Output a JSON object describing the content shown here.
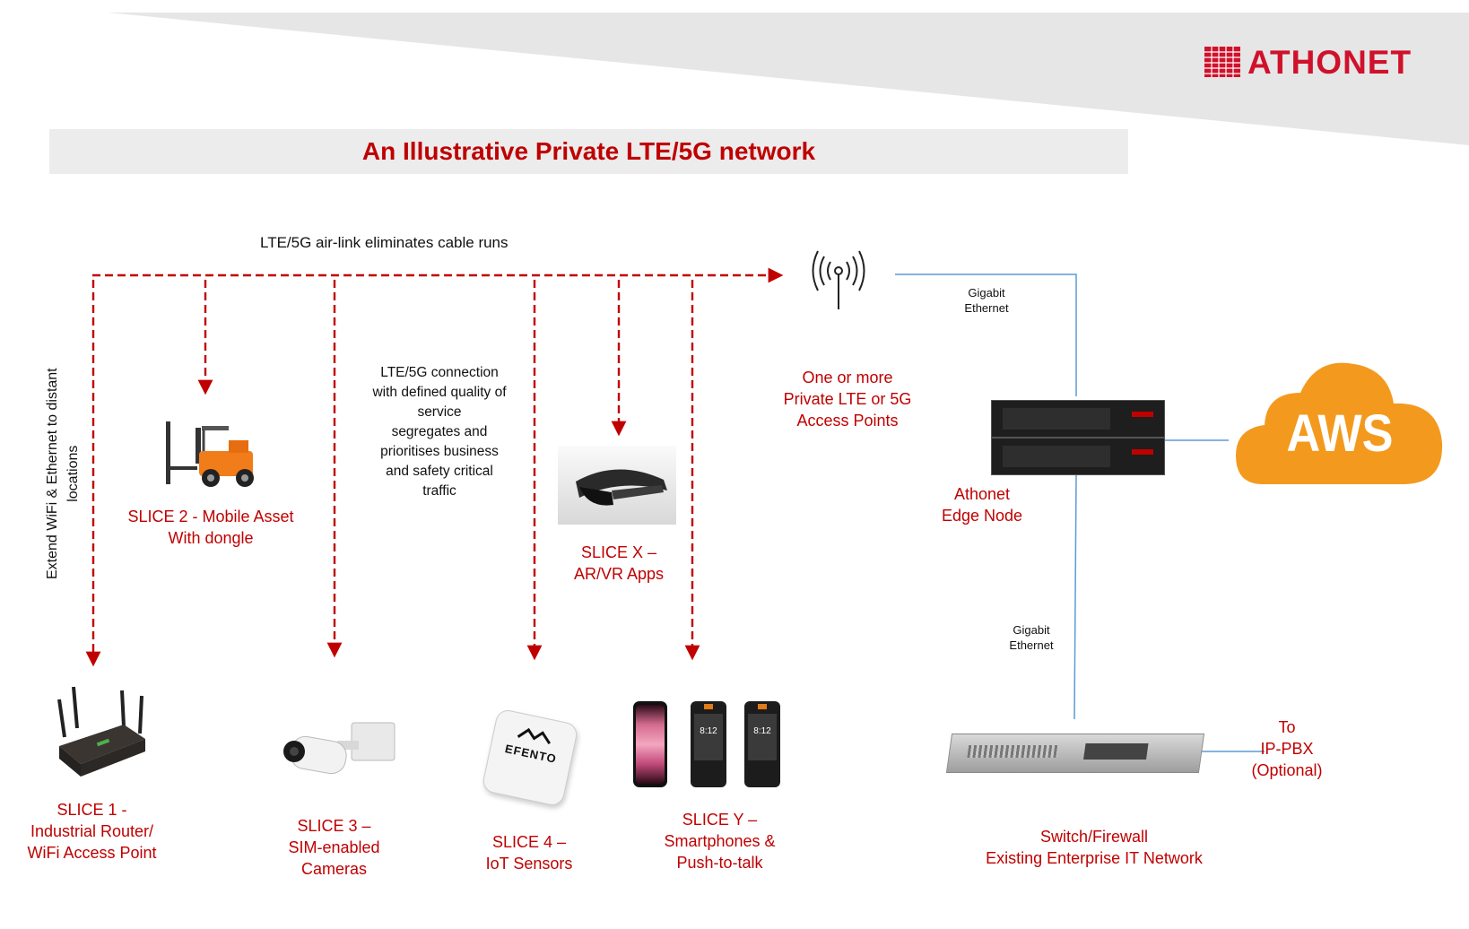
{
  "logo": {
    "name": "ATHONET",
    "color": "#d0112b"
  },
  "title": "An Illustrative Private LTE/5G network",
  "airlink_label": "LTE/5G air-link eliminates cable runs",
  "vertical_label": "Extend WiFi  & Ethernet to distant\nlocations",
  "qos_note": "LTE/5G connection\nwith defined quality of\nservice\nsegregates and\nprioritises business\nand safety critical\ntraffic",
  "access_points_label": "One or more\nPrivate LTE or 5G\nAccess Points",
  "gigabit_top": "Gigabit\nEthernet",
  "gigabit_bottom": "Gigabit\nEthernet",
  "edge_node_label": "Athonet\nEdge Node",
  "aws_label": "AWS",
  "ippbx_label": "To\nIP-PBX\n(Optional)",
  "switch_label": "Switch/Firewall\nExisting Enterprise IT Network",
  "slices": {
    "slice1": "SLICE 1  -\nIndustrial Router/\nWiFi Access Point",
    "slice2": "SLICE 2 - Mobile Asset\nWith dongle",
    "slice3": "SLICE 3 –\nSIM-enabled\nCameras",
    "slice4": "SLICE 4 –\nIoT Sensors",
    "sliceX": "SLICE X –\nAR/VR Apps",
    "sliceY": "SLICE Y –\nSmartphones &\nPush-to-talk"
  },
  "sensor_brand": "EFENTO",
  "phone_time": "8:12",
  "colors": {
    "accent_red": "#c00000",
    "link_blue": "#5b9bd5",
    "aws_orange": "#f39a1e"
  },
  "icons": [
    "antenna-icon",
    "forklift-icon",
    "router-icon",
    "camera-icon",
    "sensor-icon",
    "headset-icon",
    "smartphone-icon",
    "edge-node-icon",
    "switch-icon",
    "aws-cloud-icon"
  ]
}
